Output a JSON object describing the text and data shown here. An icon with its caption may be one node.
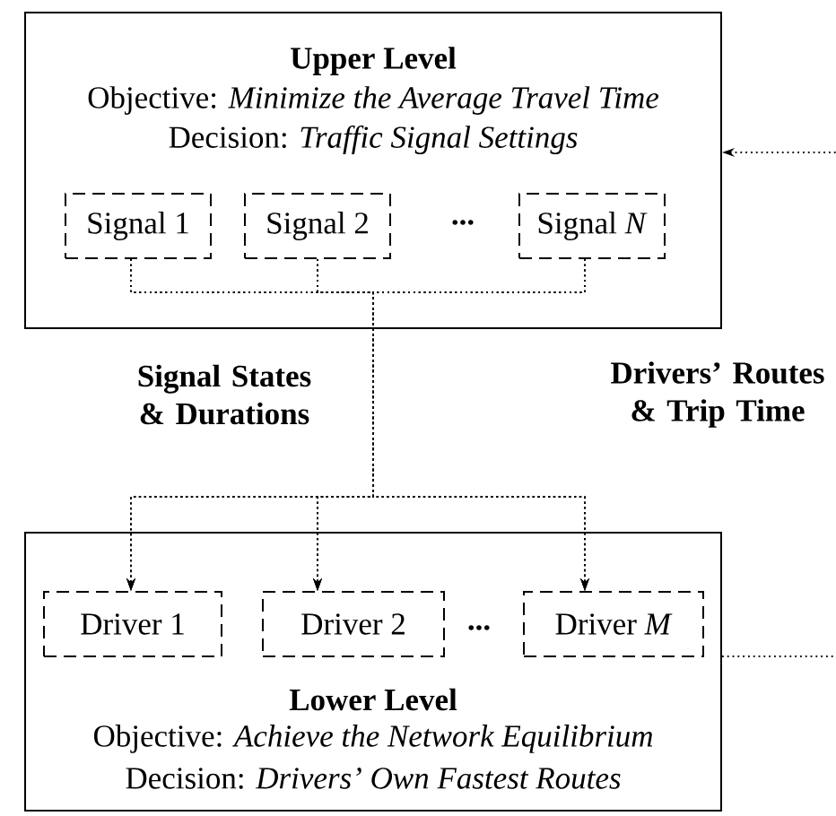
{
  "diagram": {
    "nodes": [
      {
        "text": [
          "Upper Level",
          "Objective: *Minimize the Average Travel Time*",
          "Decision: *Traffic Signal Settings*"
        ]
      },
      {
        "text": [
          "Signal 1"
        ],
        "in": 0
      },
      {
        "text": [
          "Signal 2"
        ],
        "in": 0
      },
      {
        "text": [
          "Signal *N*"
        ],
        "in": 0
      },
      {
        "text": [
          "Lower Level",
          "Objective: *Achieve the Network Equilibrium*",
          "Decision: *Drivers’ Own Fastest Routes*"
        ]
      },
      {
        "text": [
          "Driver 1"
        ],
        "in": 4
      },
      {
        "text": [
          "Driver 2"
        ],
        "in": 4
      },
      {
        "text": [
          "Driver *M*"
        ],
        "in": 4
      }
    ],
    "edges": [
      {
        "from": 1,
        "to": 5,
        "arrow": "to"
      },
      {
        "from": 1,
        "to": 6,
        "arrow": "to"
      },
      {
        "from": 1,
        "to": 7,
        "arrow": "to"
      },
      {
        "from": 2,
        "to": 5,
        "arrow": "to"
      },
      {
        "from": 2,
        "to": 6,
        "arrow": "to"
      },
      {
        "from": 2,
        "to": 7,
        "arrow": "to"
      },
      {
        "from": 3,
        "to": 5,
        "arrow": "to"
      },
      {
        "from": 3,
        "to": 6,
        "arrow": "to"
      },
      {
        "from": 3,
        "to": 7,
        "arrow": "to"
      },
      {
        "from": 4,
        "to": 0,
        "arrow": "to"
      }
    ],
    "labels": [
      "...",
      "Signal States & Durations",
      "Drivers’ Routes & Trip Time",
      "..."
    ]
  }
}
